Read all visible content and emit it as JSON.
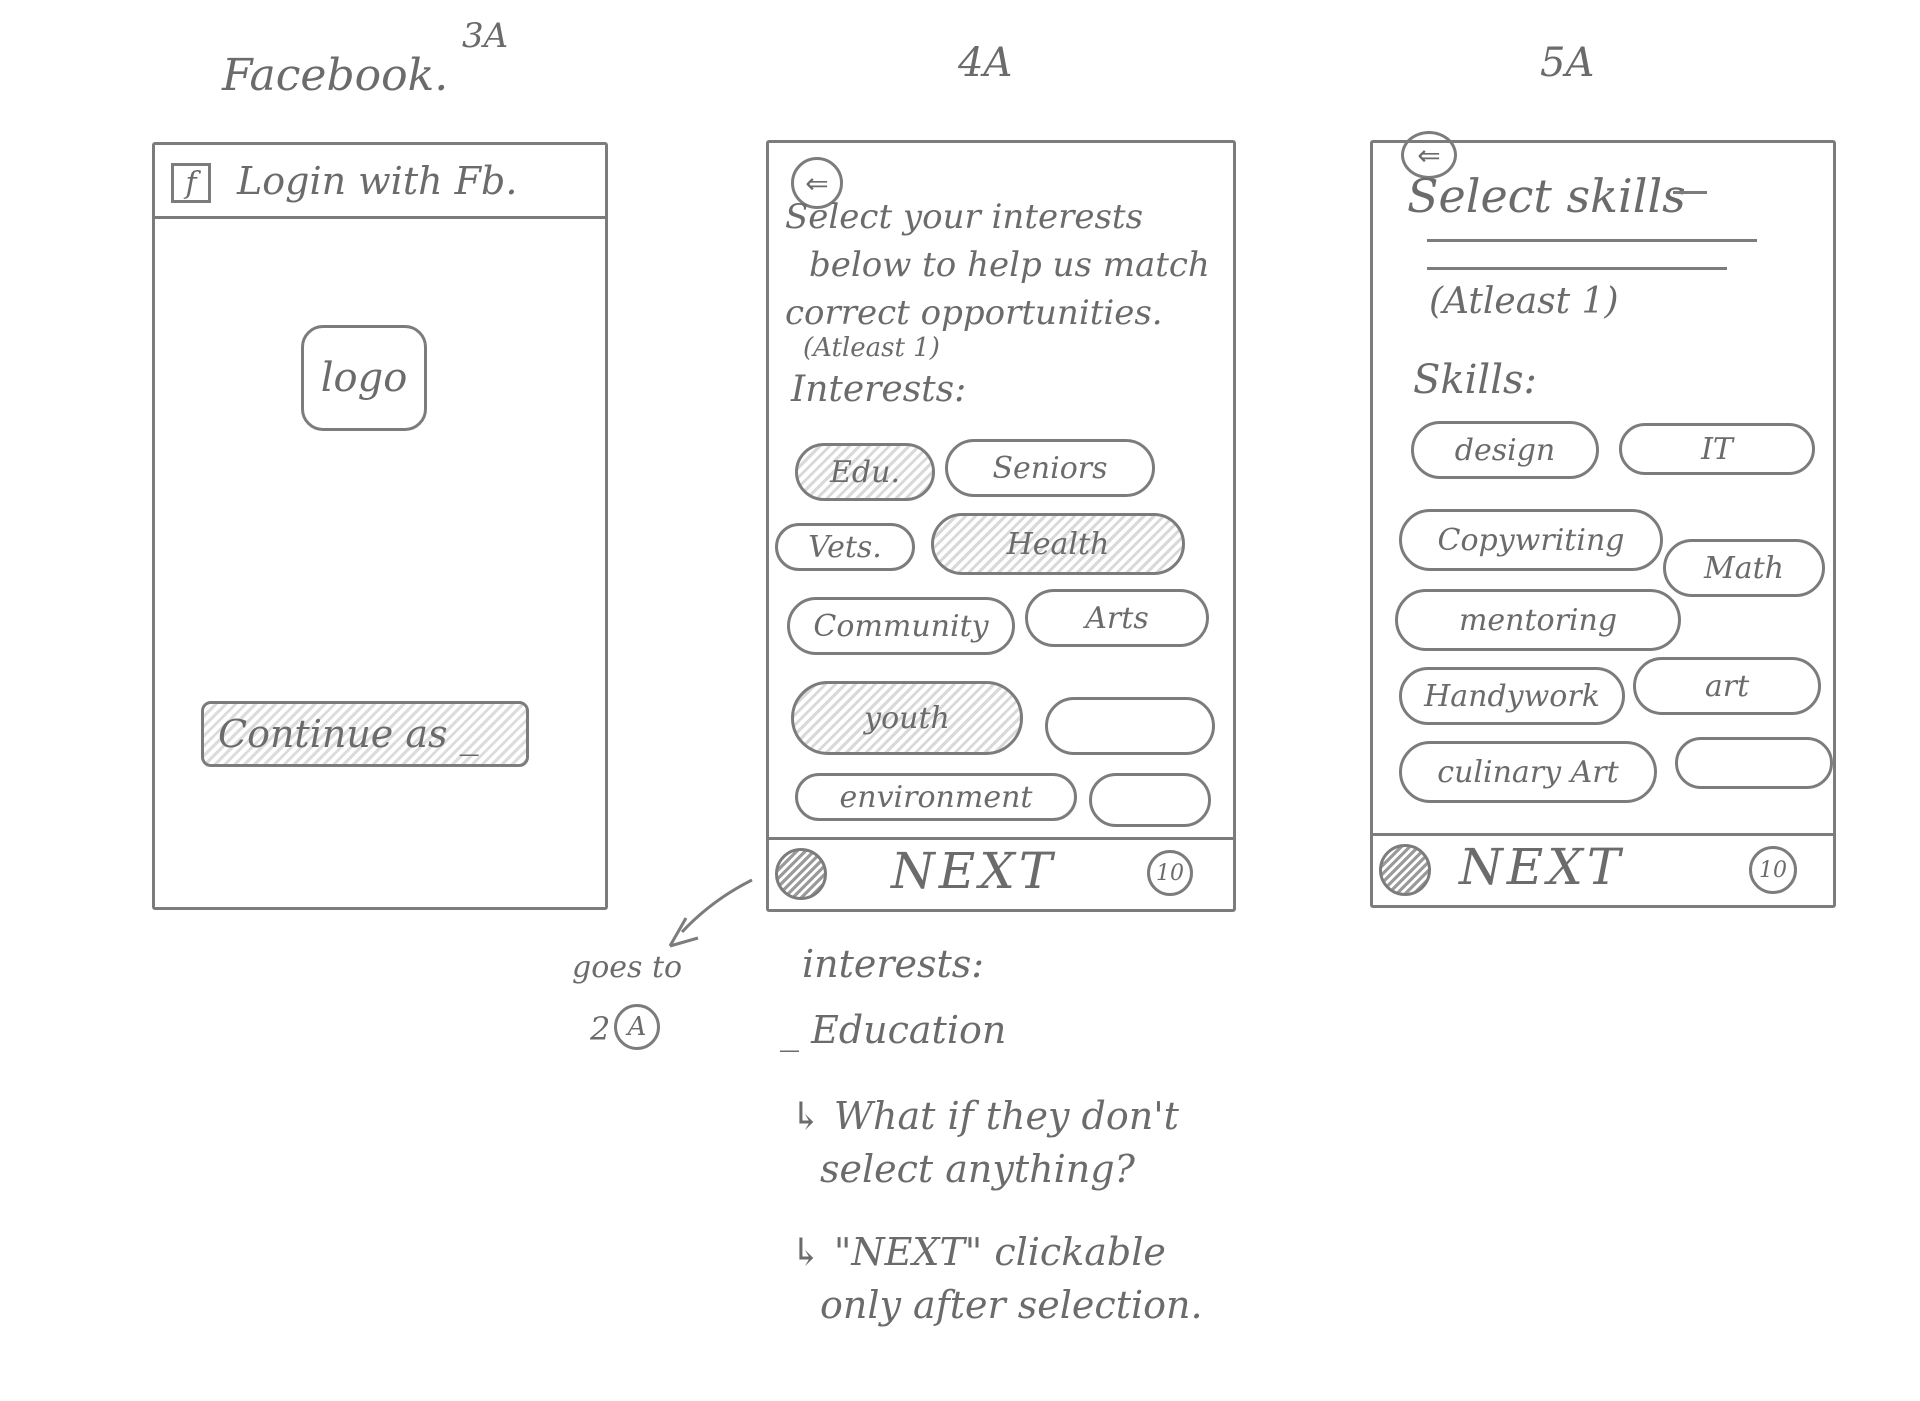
{
  "screens": {
    "s3a": {
      "caption": "Facebook.",
      "code": "3A",
      "header": "Login with Fb.",
      "header_icon": "f",
      "logo": "logo",
      "continue_button": "Continue as _"
    },
    "s4a": {
      "code": "4A",
      "back_icon": "back-arrow-icon",
      "prompt_lines": [
        "Select your interests",
        "below to help us match",
        "correct opportunities."
      ],
      "min_note": "(Atleast 1)",
      "section_label": "Interests:",
      "chips": [
        "Edu.",
        "Seniors",
        "Vets.",
        "Health",
        "Community",
        "Arts",
        "youth",
        "",
        "environment",
        ""
      ],
      "next_label": "NEXT",
      "count_badge": "10"
    },
    "s5a": {
      "code": "5A",
      "back_icon": "back-arrow-icon",
      "title": "Select skills",
      "min_note": "(Atleast 1)",
      "section_label": "Skills:",
      "chips": [
        "design",
        "IT",
        "Copywriting",
        "Math",
        "mentoring",
        "Handywork",
        "art",
        "culinary Art",
        ""
      ],
      "next_label": "NEXT",
      "count_badge": "10"
    }
  },
  "notes": {
    "goes_to": "goes to",
    "goes_to_target": "2",
    "goes_to_circle": "A",
    "list_title": "interests:",
    "list_item": "_ Education",
    "question_lines": [
      "↳ What if they don't",
      "select anything?"
    ],
    "answer_lines": [
      "↳ \"NEXT\" clickable",
      "only after selection."
    ]
  },
  "colors": {
    "ink": "#7c7c7c",
    "selected_shade": "#d9d9d9"
  }
}
